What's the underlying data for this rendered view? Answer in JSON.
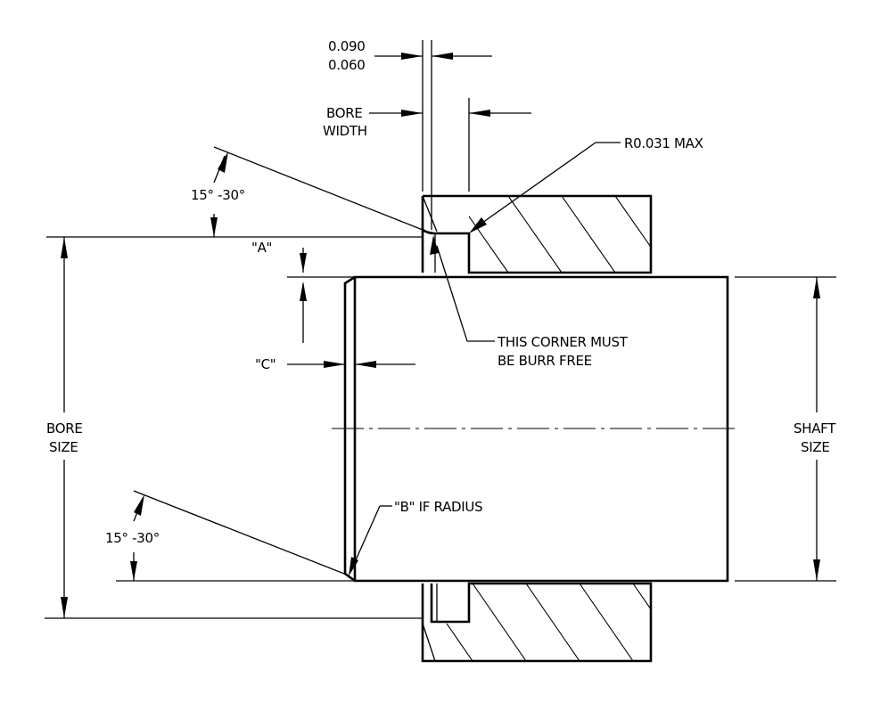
{
  "dimensions": {
    "chamfer_width_max": "0.090",
    "chamfer_width_min": "0.060",
    "bore_width_line1": "BORE",
    "bore_width_line2": "WIDTH",
    "radius_note": "R0.031 MAX",
    "angle_top": "15° -30°",
    "angle_bottom": "15° -30°",
    "label_a": "\"A\"",
    "label_c": "\"C\"",
    "label_b": "\"B\" IF RADIUS",
    "corner_note_line1": "THIS CORNER MUST",
    "corner_note_line2": "BE BURR FREE",
    "bore_size_line1": "BORE",
    "bore_size_line2": "SIZE",
    "shaft_size_line1": "SHAFT",
    "shaft_size_line2": "SIZE"
  }
}
